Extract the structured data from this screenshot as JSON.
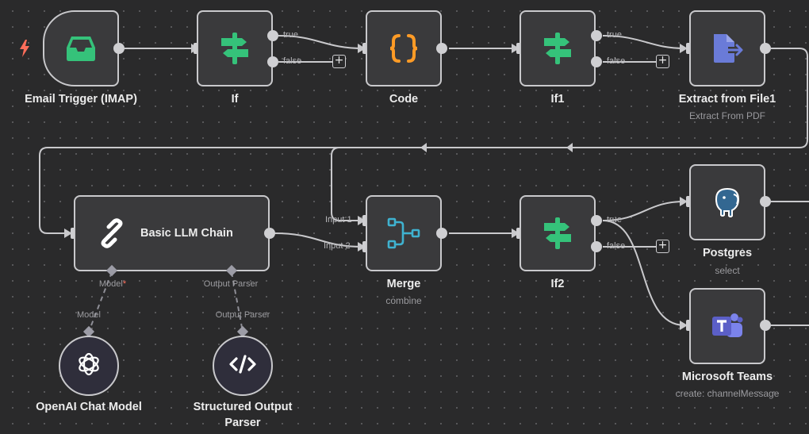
{
  "colors": {
    "canvas": "#2a2a2b",
    "node_fill": "#3a3a3c",
    "node_border": "#c9c9cc",
    "edge": "#c9c9cc",
    "if_green": "#35c27a",
    "code_orange": "#ff9b26",
    "extract_purple": "#6a7bd8",
    "merge_teal": "#3fb2d0",
    "trigger_green": "#35c27a",
    "trigger_bolt": "#ff6d5a",
    "teams_purple": "#5b5fc7",
    "postgres_blue": "#336791"
  },
  "nodes": {
    "email_trigger": {
      "title": "Email Trigger (IMAP)",
      "icon": "inbox-icon"
    },
    "if": {
      "title": "If",
      "icon": "signpost-icon",
      "true_label": "true",
      "false_label": "false"
    },
    "code": {
      "title": "Code",
      "icon": "braces-icon"
    },
    "if1": {
      "title": "If1",
      "icon": "signpost-icon",
      "true_label": "true",
      "false_label": "false"
    },
    "extract": {
      "title": "Extract from File1",
      "subtitle": "Extract From PDF",
      "icon": "file-export-icon"
    },
    "llm_chain": {
      "title": "Basic LLM Chain",
      "icon": "chain-link-icon",
      "model_port": "Model",
      "model_required": "*",
      "parser_port": "Output Parser"
    },
    "merge": {
      "title": "Merge",
      "subtitle": "combine",
      "icon": "merge-icon",
      "input1": "Input 1",
      "input2": "Input 2"
    },
    "if2": {
      "title": "If2",
      "icon": "signpost-icon",
      "true_label": "true",
      "false_label": "false"
    },
    "postgres": {
      "title": "Postgres",
      "subtitle": "select",
      "icon": "postgres-elephant-icon"
    },
    "teams": {
      "title": "Microsoft Teams",
      "subtitle": "create: channelMessage",
      "icon": "teams-icon"
    },
    "openai": {
      "title": "OpenAI Chat Model",
      "port": "Model",
      "icon": "openai-icon"
    },
    "parser": {
      "title_line1": "Structured Output",
      "title_line2": "Parser",
      "port": "Output Parser",
      "icon": "code-icon"
    }
  }
}
